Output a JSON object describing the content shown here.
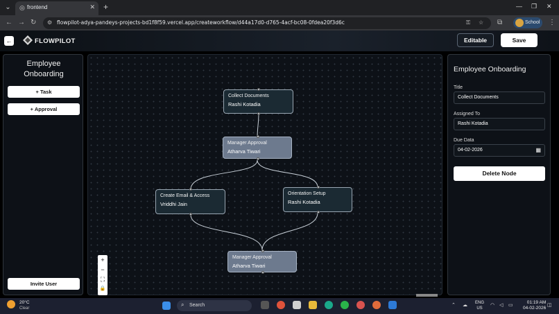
{
  "browser": {
    "tab_title": "frontend",
    "url": "flowpilot-adya-pandeys-projects-bd1f8f59.vercel.app/createworkflow/d44a17d0-d765-4acf-bc08-0fdea20f3d6c",
    "profile_label": "School"
  },
  "header": {
    "brand": "FLOWPILOT",
    "editable_label": "Editable",
    "save_label": "Save"
  },
  "left_panel": {
    "workflow_title": "Employee Onboarding",
    "add_task_label": "+ Task",
    "add_approval_label": "+ Approval",
    "invite_label": "Invite User"
  },
  "nodes": [
    {
      "title": "Collect Documents",
      "assignee": "Rashi Kotadia",
      "highlighted": false
    },
    {
      "title": "Manager Approval",
      "assignee": "Atharva Tiwari",
      "highlighted": true
    },
    {
      "title": "Create Email & Access",
      "assignee": "Vriddhi Jain",
      "highlighted": false
    },
    {
      "title": "Orientation Setup",
      "assignee": "Rashi Kotadia",
      "highlighted": false
    },
    {
      "title": "Manager Approval",
      "assignee": "Atharva Tiwari",
      "highlighted": true
    }
  ],
  "zoom_controls": {
    "zoom_in": "+",
    "zoom_out": "−",
    "fit": "⛶",
    "lock": "🔒"
  },
  "right_panel": {
    "heading": "Employee Onboarding",
    "title_label": "Title",
    "title_value": "Collect Documents",
    "assigned_label": "Assigned To",
    "assigned_value": "Rashi Kotadia",
    "due_label": "Due Data",
    "due_value": "04-02-2026",
    "delete_label": "Delete Node"
  },
  "taskbar": {
    "weather_temp": "20°C",
    "weather_cond": "Clear",
    "search_label": "Search",
    "lang_top": "ENG",
    "lang_bottom": "US",
    "time": "01:19 AM",
    "date": "04-02-2026"
  },
  "colors": {
    "canvas_bg": "#0d1117",
    "node_bg": "#1b2a33",
    "node_highlight_bg": "#6d7a8e",
    "accent_white": "#ffffff"
  }
}
